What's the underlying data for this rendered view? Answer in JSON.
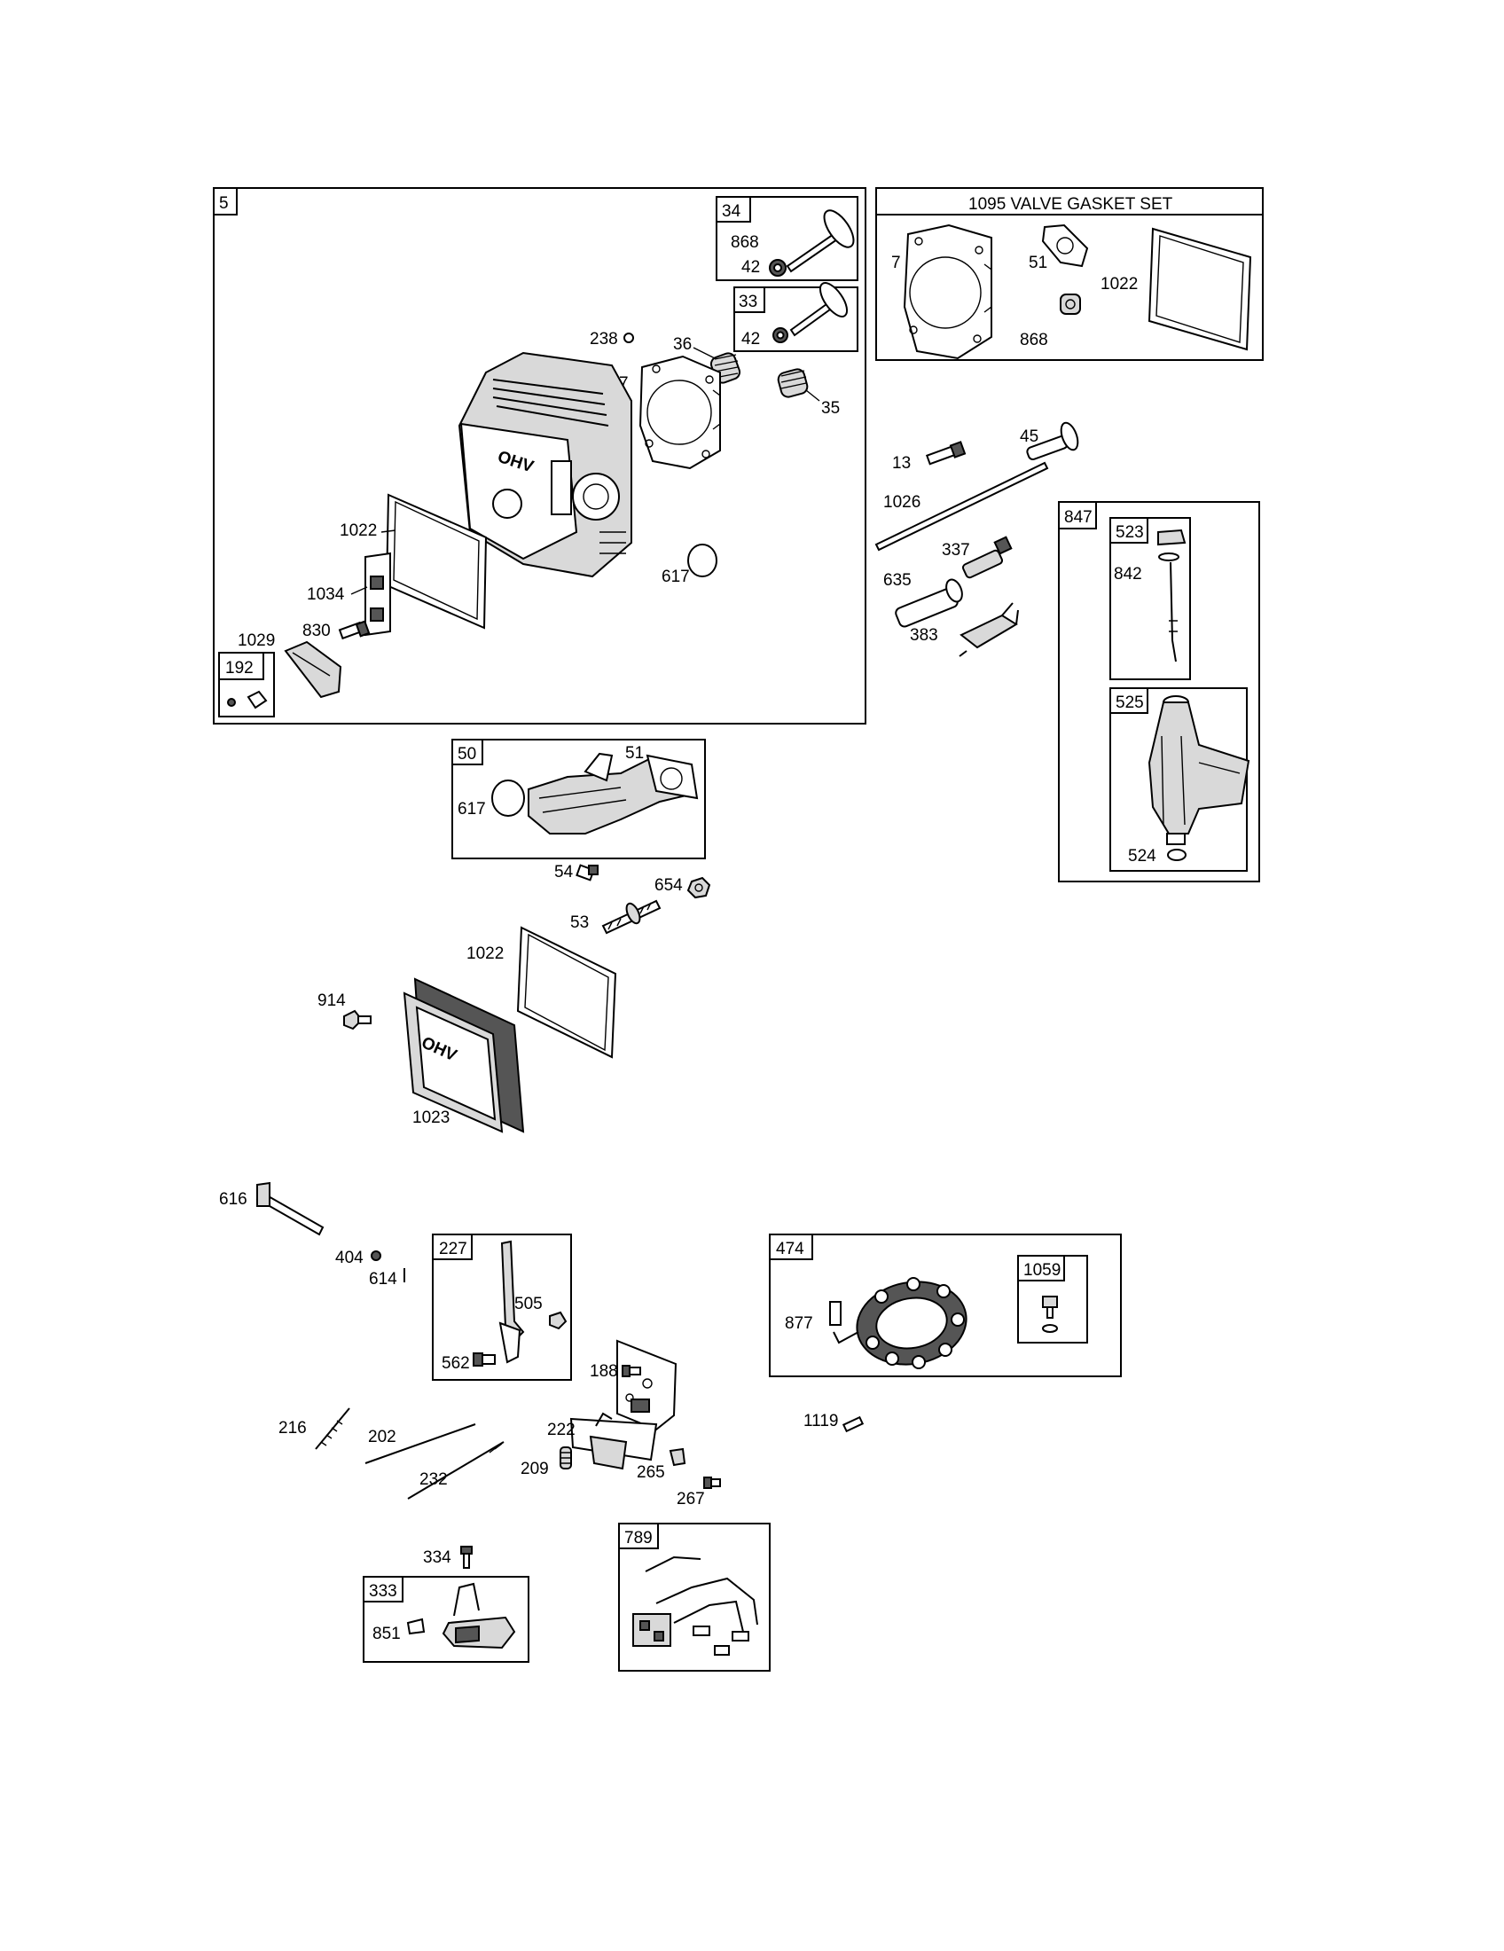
{
  "diagram": {
    "boxes": {
      "b5": "5",
      "b34": "34",
      "b33": "33",
      "b1095": "1095 VALVE GASKET SET",
      "b192": "192",
      "b847": "847",
      "b523": "523",
      "b525": "525",
      "b50": "50",
      "b227": "227",
      "b474": "474",
      "b1059": "1059",
      "b333": "333",
      "b789": "789"
    },
    "labels": {
      "l868a": "868",
      "l42a": "42",
      "l42b": "42",
      "l238": "238",
      "l36": "36",
      "l35": "35",
      "l7a": "7",
      "l1022a": "1022",
      "l1034": "1034",
      "l830": "830",
      "l1029": "1029",
      "l617a": "617",
      "l7b": "7",
      "l51a": "51",
      "l1022b": "1022",
      "l868b": "868",
      "l13": "13",
      "l45": "45",
      "l1026": "1026",
      "l337": "337",
      "l635": "635",
      "l383": "383",
      "l842": "842",
      "l524": "524",
      "l617b": "617",
      "l51b": "51",
      "l54": "54",
      "l654": "654",
      "l53": "53",
      "l1022c": "1022",
      "l914": "914",
      "l1023": "1023",
      "l616": "616",
      "l404": "404",
      "l614": "614",
      "l505": "505",
      "l562": "562",
      "l188": "188",
      "l216": "216",
      "l202": "202",
      "l222": "222",
      "l232": "232",
      "l209": "209",
      "l265": "265",
      "l267": "267",
      "l877": "877",
      "l1119": "1119",
      "l334": "334",
      "l851": "851"
    },
    "cover_lettering": "OHV"
  }
}
